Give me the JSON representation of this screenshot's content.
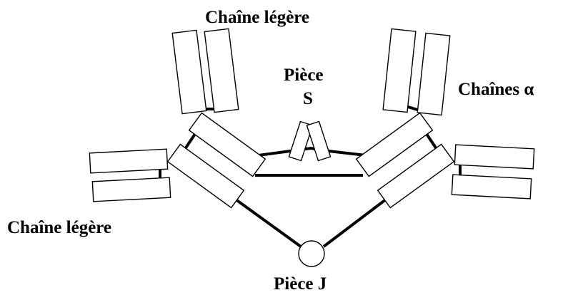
{
  "labels": {
    "light_chain_top": "Chaîne légère",
    "light_chain_left": "Chaîne légère",
    "piece_s_line1": "Pièce",
    "piece_s_line2": "S",
    "alpha_chains": "Chaînes α",
    "piece_j": "Pièce J"
  },
  "colors": {
    "line": "#000000",
    "fill": "#ffffff"
  }
}
